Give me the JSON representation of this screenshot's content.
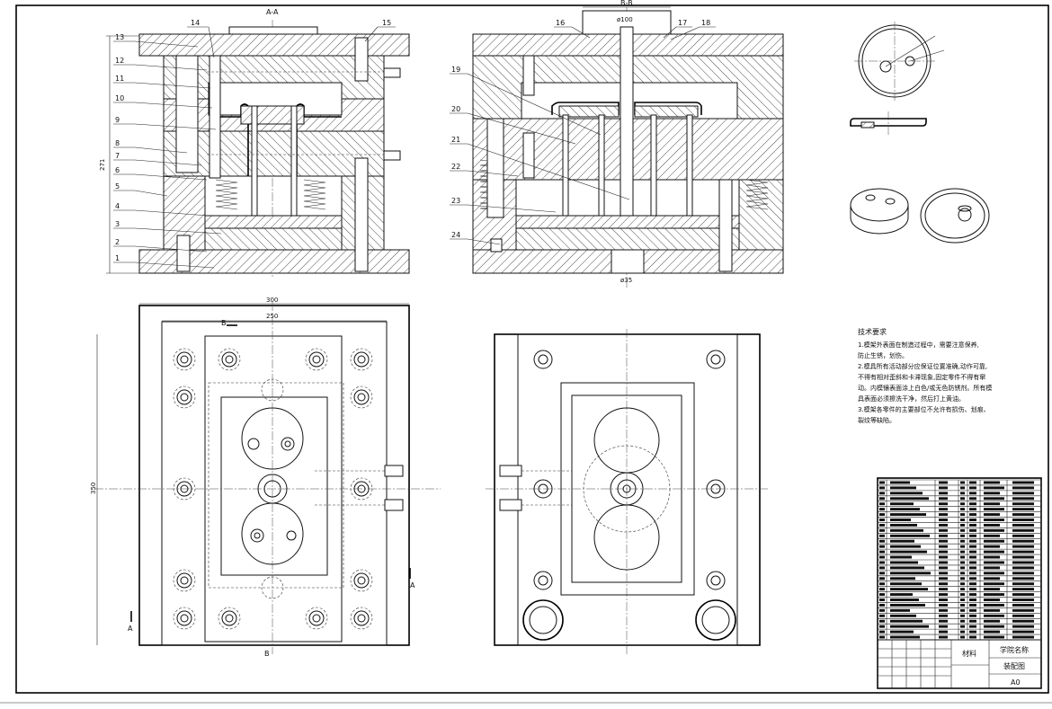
{
  "section_labels": {
    "aa": "A-A",
    "bb": "B-B"
  },
  "part_numbers_left": [
    "1",
    "2",
    "3",
    "4",
    "5",
    "6",
    "7",
    "8",
    "9",
    "10",
    "11",
    "12",
    "13"
  ],
  "part_numbers_top_left": [
    "14",
    "15"
  ],
  "part_numbers_top_right": [
    "16",
    "17",
    "18"
  ],
  "part_numbers_right": [
    "19",
    "20",
    "21",
    "22",
    "23",
    "24"
  ],
  "dimensions": {
    "overall_height": "271",
    "width_300": "300",
    "width_250": "250",
    "height_350": "350",
    "dia_100": "ø100",
    "dia_35": "ø35"
  },
  "view_markers": {
    "b": "B",
    "a": "A"
  },
  "tech_requirements": {
    "heading": "技术要求",
    "lines": [
      "1.模架外表面在制造过程中，需要注意保养,",
      "防止生锈，划伤。",
      "2.模具所有活动部分应保证位置准确,动作可靠,",
      "不得有相对歪斜和卡滞现象,固定零件不得有窜",
      "动。内模镶表面涂上白色/或无色防锈剂。所有模",
      "具表面必须擦洗干净，然后打上黄油。",
      "3.模架各零件的主要部位不允许有损伤、划痕、",
      "裂纹等缺陷。"
    ]
  },
  "title_block": {
    "material": "材料",
    "school": "学院名称",
    "drawing_name": "装配图",
    "size": "A0"
  },
  "colors": {
    "line": "#111111",
    "paper": "#ffffff"
  }
}
